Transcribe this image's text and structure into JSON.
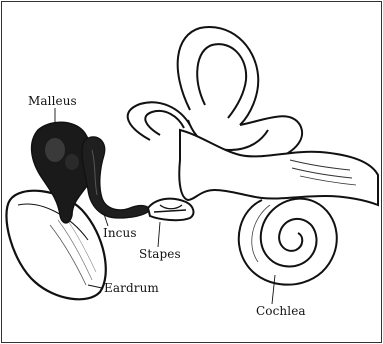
{
  "diagram": {
    "labels": {
      "malleus": "Malleus",
      "incus": "Incus",
      "stapes": "Stapes",
      "eardrum": "Eardrum",
      "cochlea": "Cochlea"
    },
    "colors": {
      "ink": "#111111",
      "background": "#ffffff"
    }
  }
}
